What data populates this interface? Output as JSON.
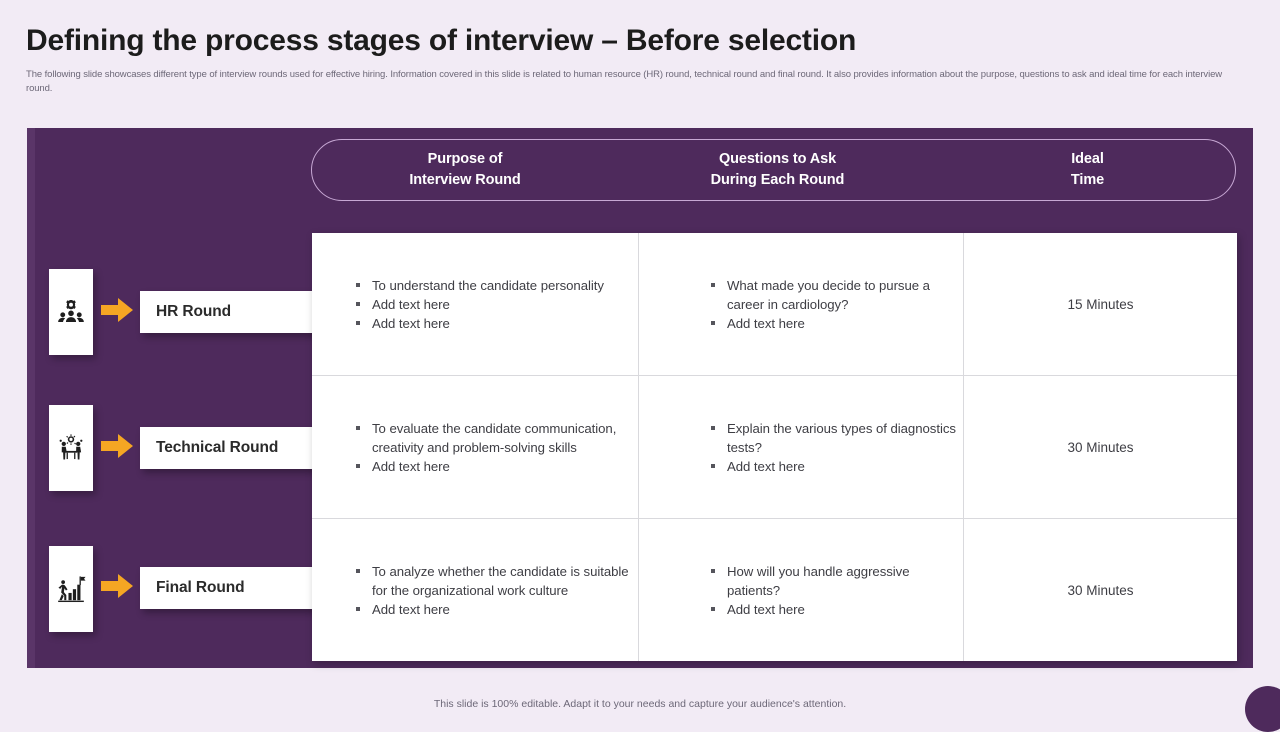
{
  "slide": {
    "title": "Defining the process stages of interview – Before selection",
    "subtitle": "The following slide showcases different type of interview rounds used for effective hiring. Information covered in this slide is related to human resource (HR) round, technical round and final round. It also provides information about the purpose, questions to ask and ideal time for each interview round.",
    "footer_note": "This slide is 100% editable. Adapt it to your needs and capture your audience's attention."
  },
  "colors": {
    "page_background": "#f2ebf5",
    "panel_purple": "#4e2a5c",
    "panel_left_band": "#5a3568",
    "arrow_orange": "#f5a623",
    "pill_border": "#c7a8d4",
    "table_white": "#ffffff",
    "grid_line": "#d9d9dd",
    "body_text": "#3e3e44",
    "muted_text": "#6d6878"
  },
  "table": {
    "headers": [
      {
        "line1": "Purpose of",
        "line2": "Interview Round"
      },
      {
        "line1": "Questions to Ask",
        "line2": "During Each Round"
      },
      {
        "line1": "Ideal",
        "line2": "Time"
      }
    ],
    "rows": [
      {
        "stage_label": "HR Round",
        "stage_icon": "gear-people-icon",
        "arrow_icon": "arrow-right-icon",
        "purpose": [
          "To understand the candidate personality",
          "Add text here",
          "Add text here"
        ],
        "questions": [
          "What made you decide to pursue a career in cardiology?",
          "Add text here"
        ],
        "ideal_time": "15 Minutes"
      },
      {
        "stage_label": "Technical Round",
        "stage_icon": "interview-table-icon",
        "arrow_icon": "arrow-right-icon",
        "purpose": [
          "To evaluate the candidate communication, creativity and problem-solving skills",
          "Add text here"
        ],
        "questions": [
          "Explain the various types of diagnostics tests?",
          "Add text here"
        ],
        "ideal_time": "30 Minutes"
      },
      {
        "stage_label": "Final Round",
        "stage_icon": "growth-flag-icon",
        "arrow_icon": "arrow-right-icon",
        "purpose": [
          "To analyze whether the candidate is suitable for the organizational work culture",
          "Add text here"
        ],
        "questions": [
          "How will you handle aggressive patients?",
          "Add text here"
        ],
        "ideal_time": "30 Minutes"
      }
    ]
  }
}
